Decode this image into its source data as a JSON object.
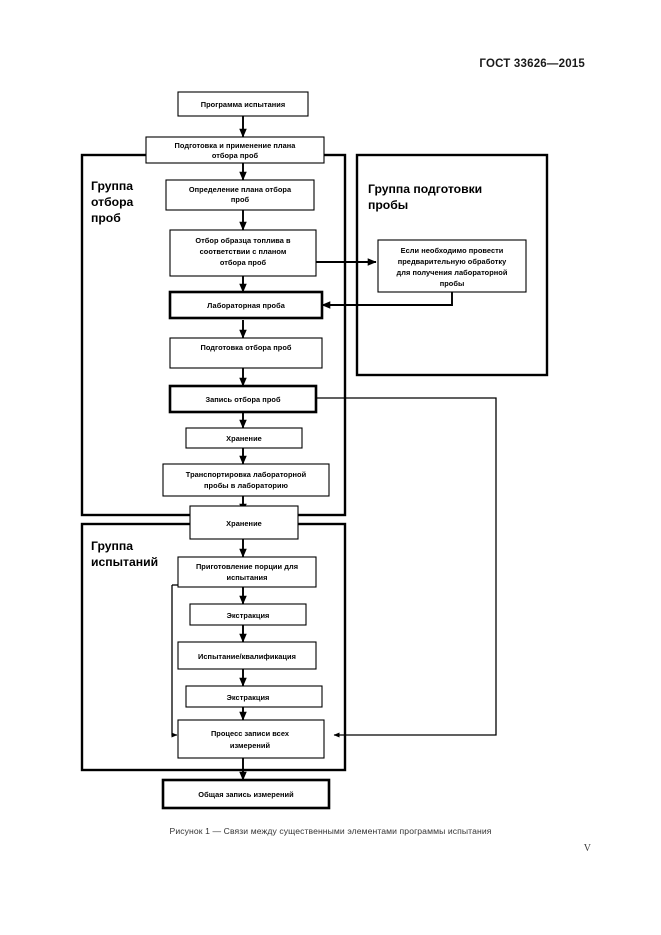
{
  "document": {
    "standard_header": "ГОСТ 33626—2015",
    "caption": "Рисунок 1 — Связи между существенными элементами программы испытания",
    "page_number": "V"
  },
  "figure": {
    "groups": [
      {
        "id": "sampling-group",
        "label_line1": "Группа",
        "label_line2": "отбора",
        "label_line3": "проб"
      },
      {
        "id": "sample-preparation-group",
        "label_line1": "Группа подготовки",
        "label_line2": "пробы"
      },
      {
        "id": "testing-group",
        "label_line1": "Группа",
        "label_line2": "испытаний"
      }
    ],
    "nodes": [
      {
        "id": "test-program",
        "lines": [
          "Программа испытания"
        ],
        "emphasis": "normal"
      },
      {
        "id": "plan-prepare-apply",
        "lines": [
          "Подготовка и применение плана",
          "отбора проб"
        ],
        "emphasis": "normal"
      },
      {
        "id": "plan-definition",
        "lines": [
          "Определение плана отбора",
          "проб"
        ],
        "emphasis": "normal"
      },
      {
        "id": "fuel-sample-taking",
        "lines": [
          "Отбор образца топлива в",
          "соответствии с планом",
          "отбора проб"
        ],
        "emphasis": "normal"
      },
      {
        "id": "preliminary-treatment",
        "lines": [
          "Если необходимо провести",
          "предварительную обработку",
          "для получения лабораторной",
          "пробы"
        ],
        "emphasis": "normal"
      },
      {
        "id": "laboratory-sample",
        "lines": [
          "Лабораторная проба"
        ],
        "emphasis": "bold"
      },
      {
        "id": "sampling-preparation",
        "lines": [
          "Подготовка отбора проб"
        ],
        "emphasis": "normal"
      },
      {
        "id": "sampling-record",
        "lines": [
          "Запись отбора проб"
        ],
        "emphasis": "bold"
      },
      {
        "id": "storage-1",
        "lines": [
          "Хранение"
        ],
        "emphasis": "normal"
      },
      {
        "id": "transport-to-lab",
        "lines": [
          "Транспортировка лабораторной",
          "пробы в лабораторию"
        ],
        "emphasis": "normal"
      },
      {
        "id": "storage-2",
        "lines": [
          "Хранение"
        ],
        "emphasis": "normal"
      },
      {
        "id": "test-portion-prep",
        "lines": [
          "Приготовление порции для",
          "испытания"
        ],
        "emphasis": "normal"
      },
      {
        "id": "extraction-1",
        "lines": [
          "Экстракция"
        ],
        "emphasis": "normal"
      },
      {
        "id": "test-qualification",
        "lines": [
          "Испытание/квалификация"
        ],
        "emphasis": "normal"
      },
      {
        "id": "extraction-2",
        "lines": [
          "Экстракция"
        ],
        "emphasis": "normal"
      },
      {
        "id": "measurement-record-process",
        "lines": [
          "Процесс записи всех",
          "измерений"
        ],
        "emphasis": "normal"
      },
      {
        "id": "overall-measurement-record",
        "lines": [
          "Общая  запись измерений"
        ],
        "emphasis": "bold"
      }
    ],
    "colors": {
      "stroke": "#000000",
      "fill": "#ffffff",
      "text": "#000000"
    }
  }
}
